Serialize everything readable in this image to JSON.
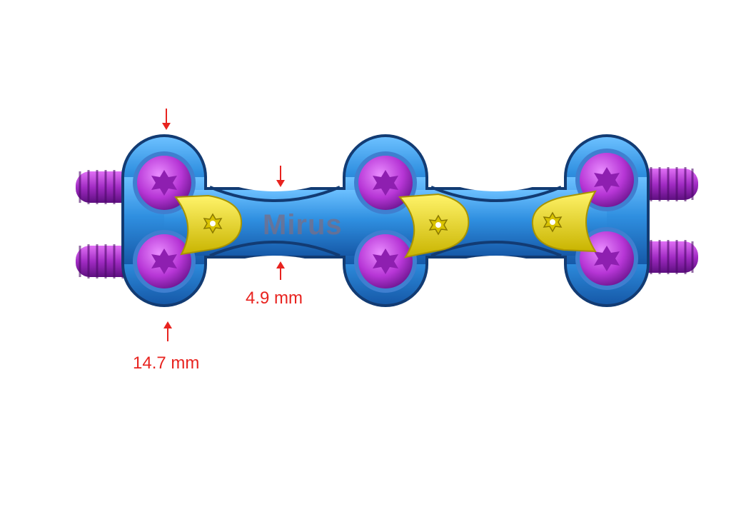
{
  "brand": {
    "logo_text": "Mirus"
  },
  "dimensions": {
    "bridge_width": "4.9 mm",
    "plate_height": "14.7 mm"
  },
  "colors": {
    "plate": "#2f8fe0",
    "plate_dark": "#1659a8",
    "screw": "#b736d6",
    "screw_dark": "#6d1590",
    "lock_tab": "#f2df1e",
    "dimension_marker": "#e8231f"
  },
  "icons": {
    "arrow": "arrow-down-icon",
    "drive": "torx-drive-icon"
  }
}
